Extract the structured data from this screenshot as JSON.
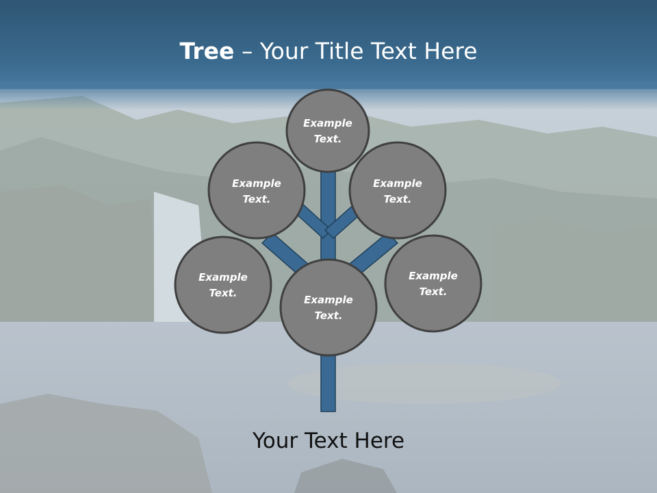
{
  "slide": {
    "title_bold": "Tree",
    "title_rest": " – Your Title Text Here",
    "footer_text": "Your Text Here"
  },
  "nodes": [
    {
      "line1": "Example",
      "line2": "Text."
    },
    {
      "line1": "Example",
      "line2": "Text."
    },
    {
      "line1": "Example",
      "line2": "Text."
    },
    {
      "line1": "Example",
      "line2": "Text."
    },
    {
      "line1": "Example",
      "line2": "Text."
    },
    {
      "line1": "Example",
      "line2": "Text."
    }
  ],
  "colors": {
    "title_band": "#2f5673",
    "trunk": "#3a6a93",
    "trunk_stroke": "#1f3f5a",
    "circle_fill": "#7f7f7f",
    "circle_stroke": "#3f3f3f"
  }
}
